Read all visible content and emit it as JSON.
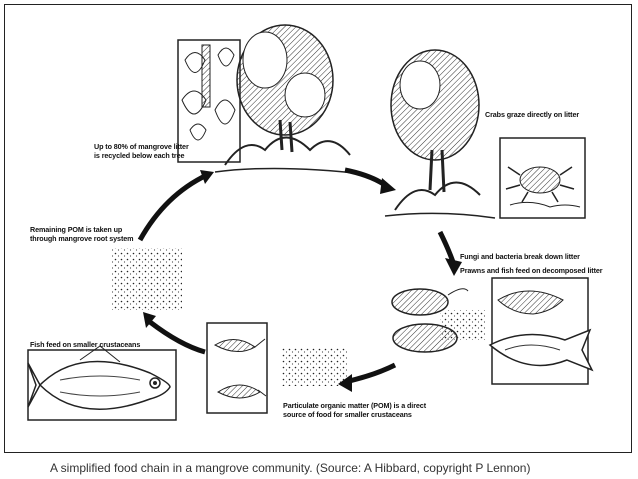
{
  "labels": {
    "litter_recycled": [
      "Up to 80% of mangrove litter",
      "is recycled below each tree"
    ],
    "crabs": [
      "Crabs graze directly on litter"
    ],
    "fungi": [
      "Fungi and bacteria break down litter"
    ],
    "prawns": [
      "Prawns and fish feed on decomposed litter"
    ],
    "pom": [
      "Particulate organic matter (POM) is a direct",
      "source of food for smaller crustaceans"
    ],
    "fish": [
      "Fish feed on smaller crustaceans"
    ],
    "remaining": [
      "Remaining POM is taken up",
      "through mangrove root system"
    ]
  },
  "caption": "A simplified food chain in a mangrove community. (Source: A Hibbard, copyright P Lennon)"
}
